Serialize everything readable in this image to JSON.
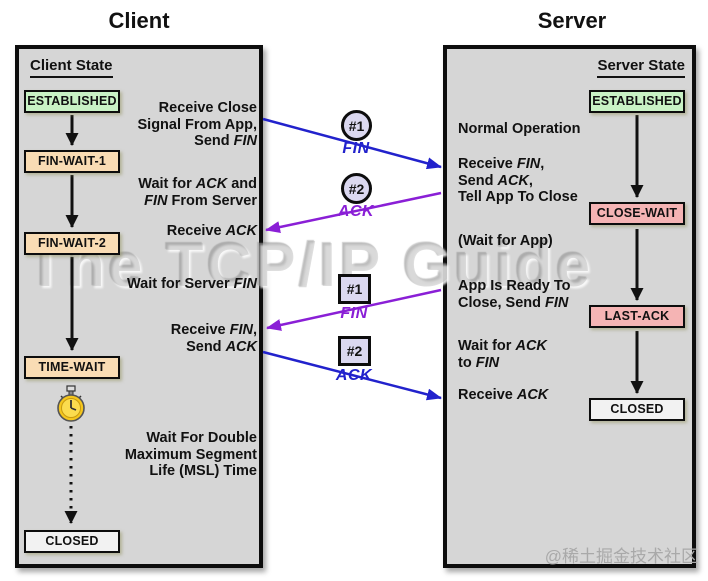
{
  "watermark": "The TCP/IP Guide",
  "attribution": "@稀土掘金技术社区",
  "colors": {
    "panel_bg": "#d6d6d6",
    "blue": "#2222cc",
    "purple": "#8a1fd6",
    "established_green": "#c9f2c5",
    "wait_peach": "#f9dcb4",
    "close_pink": "#f5b4b4",
    "closed_gray": "#f2f2f2",
    "badge_lavender": "#dbd8f0",
    "arrow_black": "#111111"
  },
  "client": {
    "title": "Client",
    "state_header": "Client State",
    "states": [
      {
        "label": "ESTABLISHED"
      },
      {
        "label": "FIN-WAIT-1"
      },
      {
        "label": "FIN-WAIT-2"
      },
      {
        "label": "TIME-WAIT"
      },
      {
        "label": "CLOSED"
      }
    ],
    "annotations": [
      [
        {
          "t": "Receive Close\nSignal From App,\nSend "
        },
        {
          "t": "FIN",
          "i": true
        }
      ],
      [
        {
          "t": "Wait for "
        },
        {
          "t": "ACK",
          "i": true
        },
        {
          "t": " and\n"
        },
        {
          "t": "FIN",
          "i": true
        },
        {
          "t": " From Server"
        }
      ],
      [
        {
          "t": "Receive "
        },
        {
          "t": "ACK",
          "i": true
        }
      ],
      [
        {
          "t": "Wait for Server "
        },
        {
          "t": "FIN",
          "i": true
        }
      ],
      [
        {
          "t": "Receive "
        },
        {
          "t": "FIN",
          "i": true
        },
        {
          "t": ",\nSend "
        },
        {
          "t": "ACK",
          "i": true
        }
      ],
      [
        {
          "t": "Wait For Double\nMaximum Segment\nLife (MSL) Time"
        }
      ]
    ]
  },
  "server": {
    "title": "Server",
    "state_header": "Server State",
    "states": [
      {
        "label": "ESTABLISHED"
      },
      {
        "label": "CLOSE-WAIT"
      },
      {
        "label": "LAST-ACK"
      },
      {
        "label": "CLOSED"
      }
    ],
    "annotations": [
      [
        {
          "t": "Normal Operation"
        }
      ],
      [
        {
          "t": "Receive "
        },
        {
          "t": "FIN",
          "i": true
        },
        {
          "t": ",\nSend "
        },
        {
          "t": "ACK",
          "i": true
        },
        {
          "t": ",\nTell App To Close"
        }
      ],
      [
        {
          "t": "(Wait for App)"
        }
      ],
      [
        {
          "t": "App Is Ready To\nClose, Send "
        },
        {
          "t": "FIN",
          "i": true
        }
      ],
      [
        {
          "t": "Wait for "
        },
        {
          "t": "ACK",
          "i": true
        },
        {
          "t": "\nto "
        },
        {
          "t": "FIN",
          "i": true
        }
      ],
      [
        {
          "t": "Receive "
        },
        {
          "t": "ACK",
          "i": true
        }
      ]
    ]
  },
  "messages": [
    {
      "badge": "#1",
      "shape": "circle",
      "label": "FIN",
      "from": "client",
      "to": "server",
      "color": "#2222cc"
    },
    {
      "badge": "#2",
      "shape": "circle",
      "label": "ACK",
      "from": "server",
      "to": "client",
      "color": "#8a1fd6"
    },
    {
      "badge": "#1",
      "shape": "square",
      "label": "FIN",
      "from": "server",
      "to": "client",
      "color": "#8a1fd6"
    },
    {
      "badge": "#2",
      "shape": "square",
      "label": "ACK",
      "from": "client",
      "to": "server",
      "color": "#2222cc"
    }
  ],
  "icons": {
    "timer": "stopwatch"
  }
}
